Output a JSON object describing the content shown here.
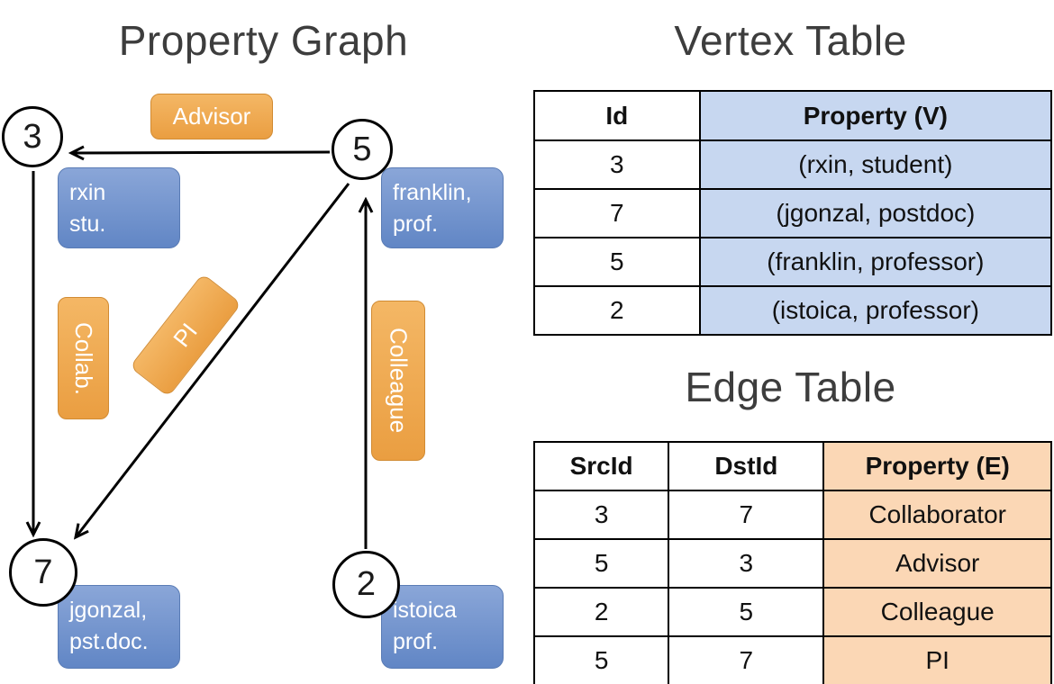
{
  "graph": {
    "title": "Property Graph",
    "nodes": [
      {
        "id": "3"
      },
      {
        "id": "5"
      },
      {
        "id": "7"
      },
      {
        "id": "2"
      }
    ],
    "vertex_boxes": [
      {
        "line1": "rxin",
        "line2": "stu."
      },
      {
        "line1": "franklin,",
        "line2": "prof."
      },
      {
        "line1": "jgonzal,",
        "line2": "pst.doc."
      },
      {
        "line1": "istoica",
        "line2": "prof."
      }
    ],
    "edge_labels": {
      "advisor": "Advisor",
      "collab": "Collab.",
      "pi": "PI",
      "colleague": "Colleague"
    },
    "edges": [
      {
        "from": "5",
        "to": "3",
        "label": "Advisor"
      },
      {
        "from": "3",
        "to": "7",
        "label": "Collab."
      },
      {
        "from": "5",
        "to": "7",
        "label": "PI"
      },
      {
        "from": "2",
        "to": "5",
        "label": "Colleague"
      }
    ]
  },
  "vertex_table": {
    "title": "Vertex Table",
    "headers": [
      "Id",
      "Property (V)"
    ],
    "rows": [
      [
        "3",
        "(rxin, student)"
      ],
      [
        "7",
        "(jgonzal, postdoc)"
      ],
      [
        "5",
        "(franklin, professor)"
      ],
      [
        "2",
        "(istoica, professor)"
      ]
    ]
  },
  "edge_table": {
    "title": "Edge Table",
    "headers": [
      "SrcId",
      "DstId",
      "Property (E)"
    ],
    "rows": [
      [
        "3",
        "7",
        "Collaborator"
      ],
      [
        "5",
        "3",
        "Advisor"
      ],
      [
        "2",
        "5",
        "Colleague"
      ],
      [
        "5",
        "7",
        "PI"
      ]
    ]
  },
  "colors": {
    "vertex_box": "#6186c5",
    "edge_label_box": "#ea9e41",
    "vertex_table_fill": "#c7d7f0",
    "edge_table_fill": "#fbd7b5",
    "stroke": "#000000"
  }
}
